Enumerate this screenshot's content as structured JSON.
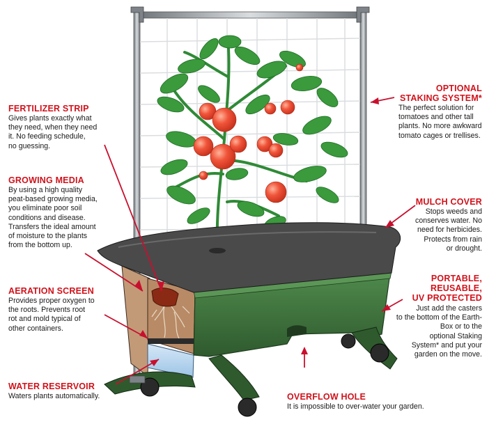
{
  "callouts": {
    "fertilizer": {
      "title": "FERTILIZER STRIP",
      "lines": [
        "Gives plants exactly what",
        "they need, when they need",
        "it. No feeding schedule,",
        "no guessing."
      ]
    },
    "growing_media": {
      "title": "GROWING MEDIA",
      "lines": [
        "By using a high quality",
        "peat-based growing media,",
        "you eliminate poor soil",
        "conditions and disease.",
        "Transfers the ideal amount",
        "of moisture to the plants",
        "from the bottom up."
      ]
    },
    "aeration": {
      "title": "AERATION SCREEN",
      "lines": [
        "Provides proper oxygen to",
        "the roots. Prevents root",
        "rot and mold typical of",
        "other containers."
      ]
    },
    "water_reservoir": {
      "title": "WATER RESERVOIR",
      "lines": [
        "Waters plants automatically."
      ]
    },
    "staking": {
      "title_lines": [
        "OPTIONAL",
        "STAKING SYSTEM*"
      ],
      "lines": [
        "The perfect solution for",
        "tomatoes and other tall",
        "plants. No more awkward",
        "tomato cages or trellises."
      ]
    },
    "mulch": {
      "title": "MULCH COVER",
      "lines": [
        "Stops weeds and",
        "conserves water. No",
        "need for herbicides.",
        "Protects from rain",
        "or drought."
      ]
    },
    "portable": {
      "title_lines": [
        "PORTABLE,",
        "REUSABLE,",
        "UV PROTECTED"
      ],
      "lines": [
        "Just add the casters",
        "to the bottom of the Earth-",
        "Box or to the",
        "optional Staking",
        "System* and put your",
        "garden on the move."
      ]
    },
    "overflow": {
      "title": "OVERFLOW HOLE",
      "lines": [
        "It is impossible to over-water your garden."
      ]
    }
  },
  "colors": {
    "label_red": "#d0121b",
    "pointer_red": "#c8102e",
    "box_green": "#3f6e3c",
    "mulch_gray": "#4a4a4a",
    "tomato_red": "#e8452a",
    "leaf_green": "#3a9a3c",
    "water_blue": "#b9d6ee",
    "soil_brown": "#b98a66",
    "frame_gray": "#8c9196"
  }
}
